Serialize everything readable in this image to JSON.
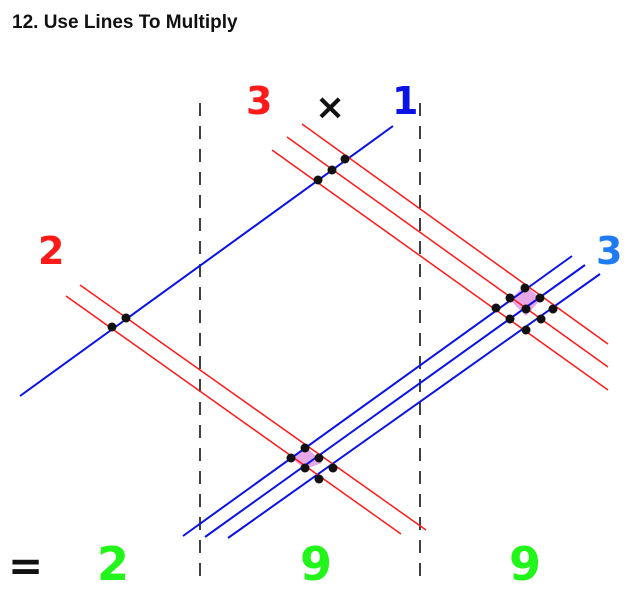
{
  "title": "12. Use Lines To Multiply",
  "factors": {
    "left": "3",
    "operator": "×",
    "right": "1",
    "first_factor_digits": [
      "2",
      "3"
    ]
  },
  "result": {
    "equals": "=",
    "digits": [
      "2",
      "9",
      "9"
    ]
  },
  "colors": {
    "red": "#ff1a1a",
    "blue": "#0a12e6",
    "light_blue": "#1e7bf0",
    "green": "#22f51a",
    "black": "#111111",
    "highlight": "#e7a8e8"
  }
}
